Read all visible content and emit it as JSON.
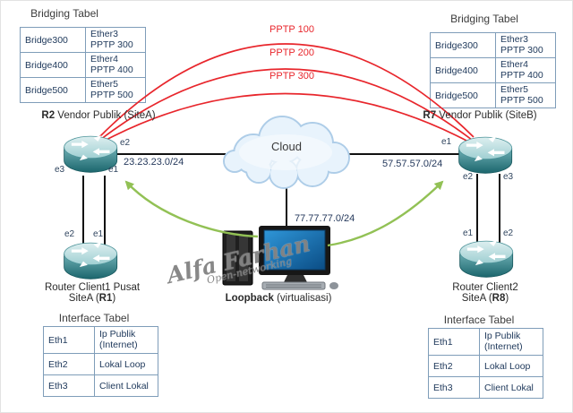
{
  "bridging_left": {
    "title": "Bridging Tabel",
    "rows": [
      {
        "bridge": "Bridge300",
        "detail": "Ether3\nPPTP 300"
      },
      {
        "bridge": "Bridge400",
        "detail": "Ether4\nPPTP 400"
      },
      {
        "bridge": "Bridge500",
        "detail": "Ether5\nPPTP 500"
      }
    ]
  },
  "bridging_right": {
    "title": "Bridging Tabel",
    "rows": [
      {
        "bridge": "Bridge300",
        "detail": "Ether3\nPPTP 300"
      },
      {
        "bridge": "Bridge400",
        "detail": "Ether4\nPPTP 400"
      },
      {
        "bridge": "Bridge500",
        "detail": "Ether5\nPPTP 500"
      }
    ]
  },
  "interface_left": {
    "title": "Interface Tabel",
    "rows": [
      {
        "eth": "Eth1",
        "desc": "Ip Publik\n(Internet)"
      },
      {
        "eth": "Eth2",
        "desc": "Lokal Loop"
      },
      {
        "eth": "Eth3",
        "desc": "Client Lokal"
      }
    ]
  },
  "interface_right": {
    "title": "Interface Tabel",
    "rows": [
      {
        "eth": "Eth1",
        "desc": "Ip Publik\n(Internet)"
      },
      {
        "eth": "Eth2",
        "desc": "Lokal Loop"
      },
      {
        "eth": "Eth3",
        "desc": "Client Lokal"
      }
    ]
  },
  "tunnels": {
    "t1": "PPTP 100",
    "t2": "PPTP 200",
    "t3": "PPTP 300"
  },
  "cloud_label": "Cloud",
  "ips": {
    "left": "23.23.23.0/24",
    "right": "57.57.57.0/24",
    "bottom": "77.77.77.0/24"
  },
  "r2": {
    "bold": "R2",
    "rest": " Vendor Publik (SiteA)",
    "e2": "e2",
    "e3": "e3",
    "e1": "e1"
  },
  "r7": {
    "bold": "R7",
    "rest": " Vendor Publik (SiteB)",
    "e1": "e1",
    "e2": "e2",
    "e3": "e3"
  },
  "r1": {
    "line1": "Router Client1 Pusat",
    "pre": "SiteA (",
    "bold": "R1",
    "post": ")",
    "e2": "e2",
    "e1": "e1"
  },
  "r8": {
    "line1": "Router Client2",
    "pre": "SiteA (",
    "bold": "R8",
    "post": ")",
    "e1": "e1",
    "e2": "e2"
  },
  "computer": {
    "bold": "Loopback",
    "rest": " (virtualisasi)"
  },
  "watermark": {
    "line1": "Alfa Farhan",
    "line2": "Open-networking"
  },
  "colors": {
    "tunnel_red": "#e8262c",
    "arrow_green": "#92c155",
    "link_black": "#111111",
    "table_border": "#7f9db9",
    "table_text": "#203a5c",
    "router_teal_dark": "#1c666d",
    "router_teal_light": "#ddeff0",
    "cloud_fill": "#e8f3fc",
    "cloud_stroke": "#aecde8",
    "screen_blue": "#2f96d8"
  }
}
